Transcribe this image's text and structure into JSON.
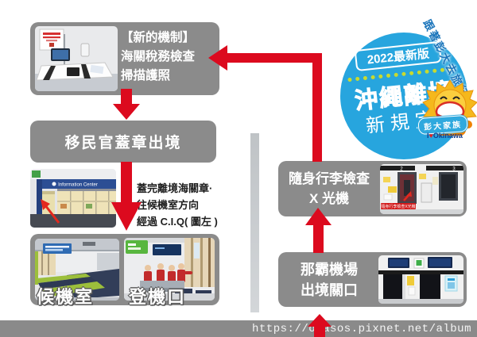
{
  "colors": {
    "arrow_red": "#DC0A1E",
    "box_gray": "#8B8B8B",
    "badge_blue": "#27A5DE",
    "badge_dots_green": "#C8DA2F",
    "ribbon_blue": "#1B75BB",
    "footer_gray": "#8A8A8A"
  },
  "steps": {
    "new_mechanism": {
      "line1": "【新的機制】",
      "line2": "海關稅務檢查",
      "line3": "掃描護照"
    },
    "immigration": {
      "label": "移民官蓋章出境"
    },
    "ciq_note": {
      "line1": "蓋完離境海關章·",
      "line2": "往候機室方向",
      "line3": "經過 C.I.Q( 圖左 )"
    },
    "boarding": {
      "waiting_label": "候機室",
      "gate_label": "登機口"
    },
    "xray": {
      "line1": "隨身行李檢查",
      "line2": "X 光機",
      "photo_label": "隨身行李檢查X光機",
      "gate_no_left": "2",
      "gate_no_right": "3"
    },
    "naha": {
      "line1": "那霸機場",
      "line2": "出境關口"
    }
  },
  "badge": {
    "year": "2022最新版",
    "title": "沖繩離境",
    "subtitle": "新規定",
    "ribbon": "跟著彭大去旅行",
    "family": "彭大家族",
    "tagline_i": "I",
    "tagline_heart": "♥",
    "tagline_text": "Okinawa"
  },
  "photos": {
    "ciq_sign_text": "Information Center"
  },
  "footer": {
    "url": "https://okasos.pixnet.net/album"
  }
}
